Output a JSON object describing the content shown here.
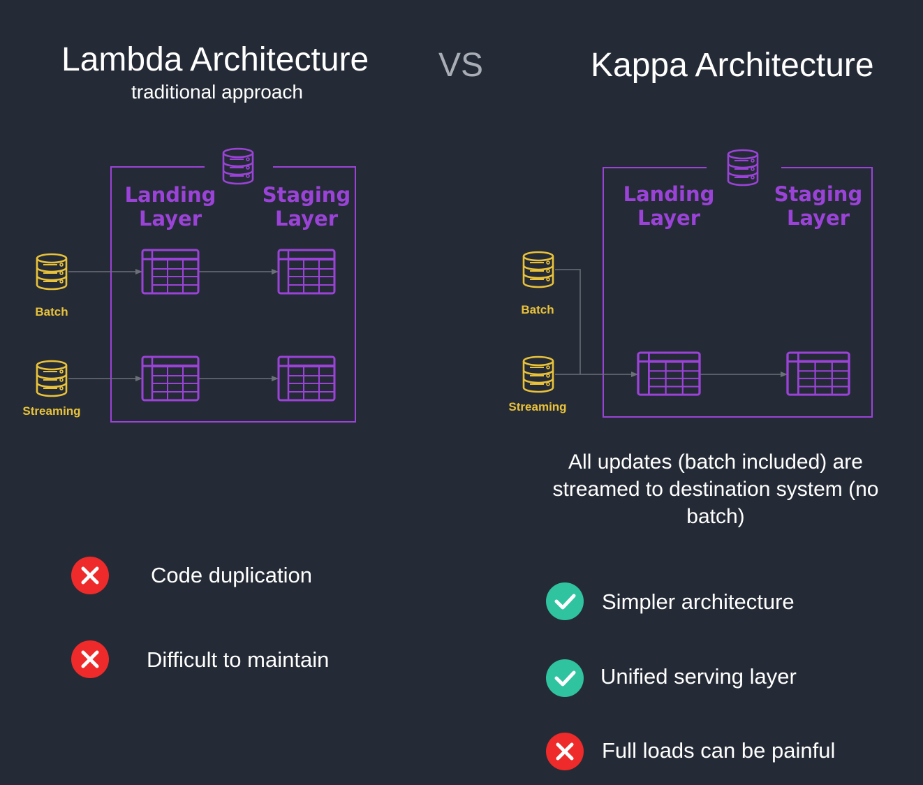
{
  "lambda": {
    "title": "Lambda Architecture",
    "subtitle": "traditional approach",
    "landing_label": "Landing\nLayer",
    "staging_label": "Staging\nLayer",
    "batch_label": "Batch",
    "streaming_label": "Streaming",
    "items": [
      {
        "text": "Code duplication",
        "status": "cross"
      },
      {
        "text": "Difficult to maintain",
        "status": "cross"
      }
    ]
  },
  "vs": "VS",
  "kappa": {
    "title": "Kappa Architecture",
    "landing_label": "Landing\nLayer",
    "staging_label": "Staging\nLayer",
    "batch_label": "Batch",
    "streaming_label": "Streaming",
    "description": "All updates (batch included) are streamed to destination system (no batch)",
    "items": [
      {
        "text": "Simpler architecture",
        "status": "check"
      },
      {
        "text": "Unified serving layer",
        "status": "check"
      },
      {
        "text": "Full loads can be painful",
        "status": "cross"
      }
    ]
  },
  "colors": {
    "background": "#252b36",
    "purple": "#9b43d8",
    "yellow": "#e9c23a",
    "connector": "#6b7078",
    "check_green": "#2fc3a0",
    "cross_red": "#ee2a2a"
  },
  "icons": {
    "database": "database-icon",
    "table": "table-icon",
    "check": "check-circle-icon",
    "cross": "cross-circle-icon"
  }
}
